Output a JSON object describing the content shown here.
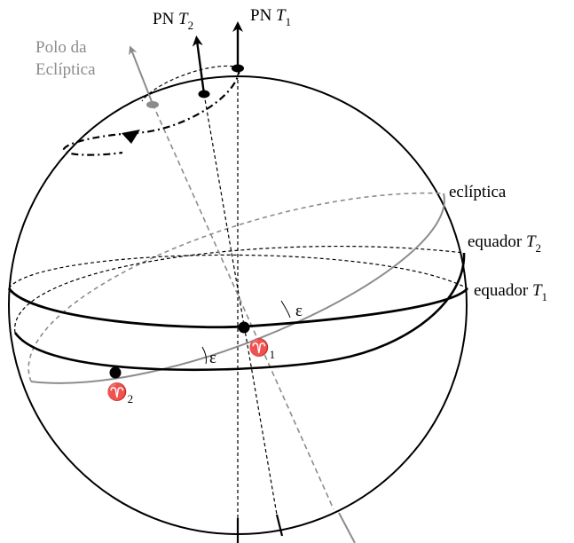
{
  "labels": {
    "pole_t2_prefix": "PN ",
    "pole_t2_var": "T",
    "pole_t2_sub": "2",
    "pole_t1_prefix": "PN ",
    "pole_t1_var": "T",
    "pole_t1_sub": "1",
    "ecliptic_pole_line1": "Polo da",
    "ecliptic_pole_line2": "Eclíptica",
    "ecliptic": "eclíptica",
    "equator_t2_prefix": "equador ",
    "equator_t2_var": "T",
    "equator_t2_sub": "2",
    "equator_t1_prefix": "equador ",
    "equator_t1_var": "T",
    "equator_t1_sub": "1",
    "epsilon_1": "ε",
    "epsilon_2": "ε",
    "equinox_1_symbol": "♈",
    "equinox_1_sub": "1",
    "equinox_2_symbol": "♈",
    "equinox_2_sub": "2"
  },
  "colors": {
    "black": "#000000",
    "gray": "#8c8c8c"
  }
}
